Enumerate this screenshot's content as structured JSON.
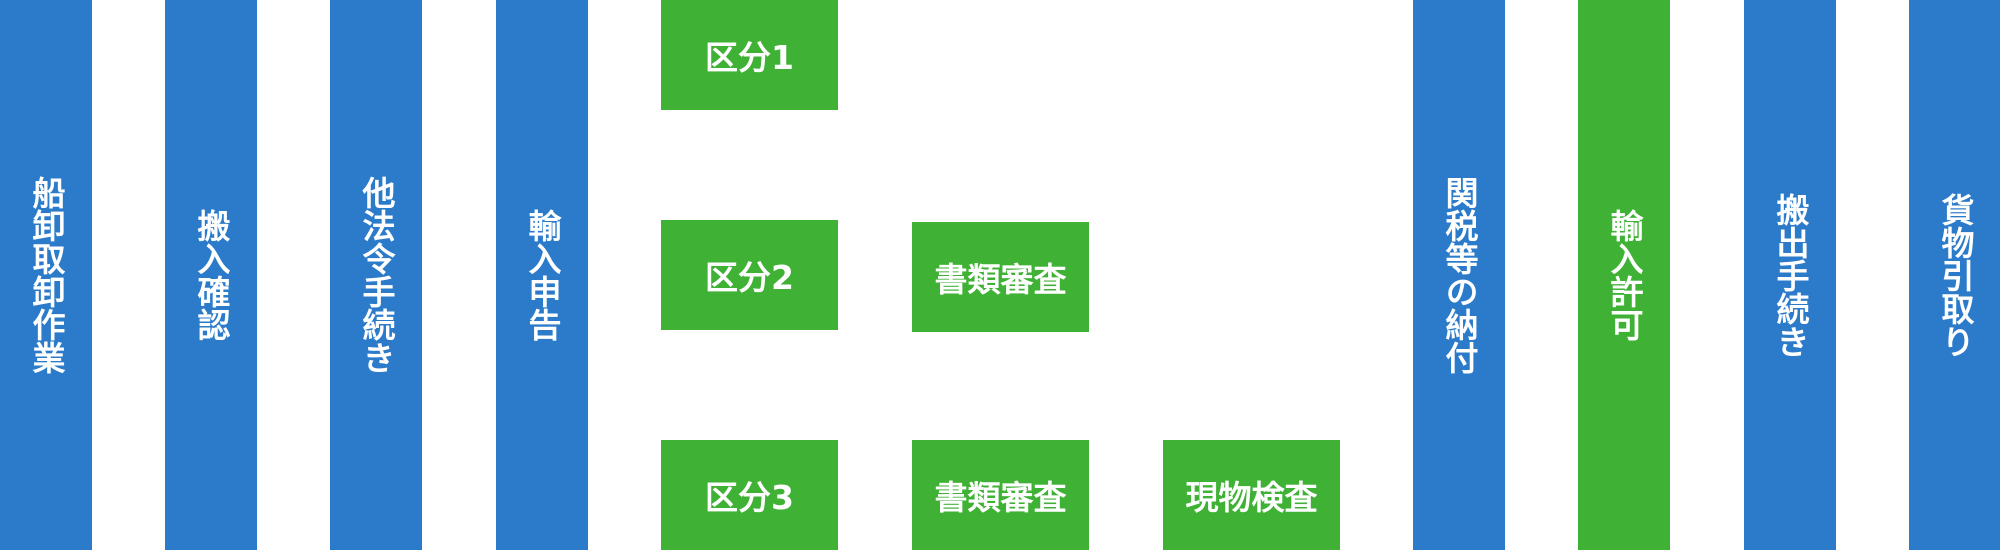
{
  "colors": {
    "blue": "#2b7bca",
    "green": "#3fb235",
    "text": "#ffffff",
    "background": "#ffffff"
  },
  "columns": [
    {
      "label": "船卸取卸作業"
    },
    {
      "label": "搬入確認"
    },
    {
      "label": "他法令手続き"
    },
    {
      "label": "輸入申告"
    },
    {
      "label": "関税等の納付"
    },
    {
      "label": "輸入許可"
    },
    {
      "label": "搬出手続き"
    },
    {
      "label": "貨物引取り"
    }
  ],
  "categories": [
    {
      "label": "区分1"
    },
    {
      "label": "区分2"
    },
    {
      "label": "区分3"
    }
  ],
  "steps": {
    "document_review_2": "書類審査",
    "document_review_3": "書類審査",
    "physical_inspection_3": "現物検査"
  }
}
